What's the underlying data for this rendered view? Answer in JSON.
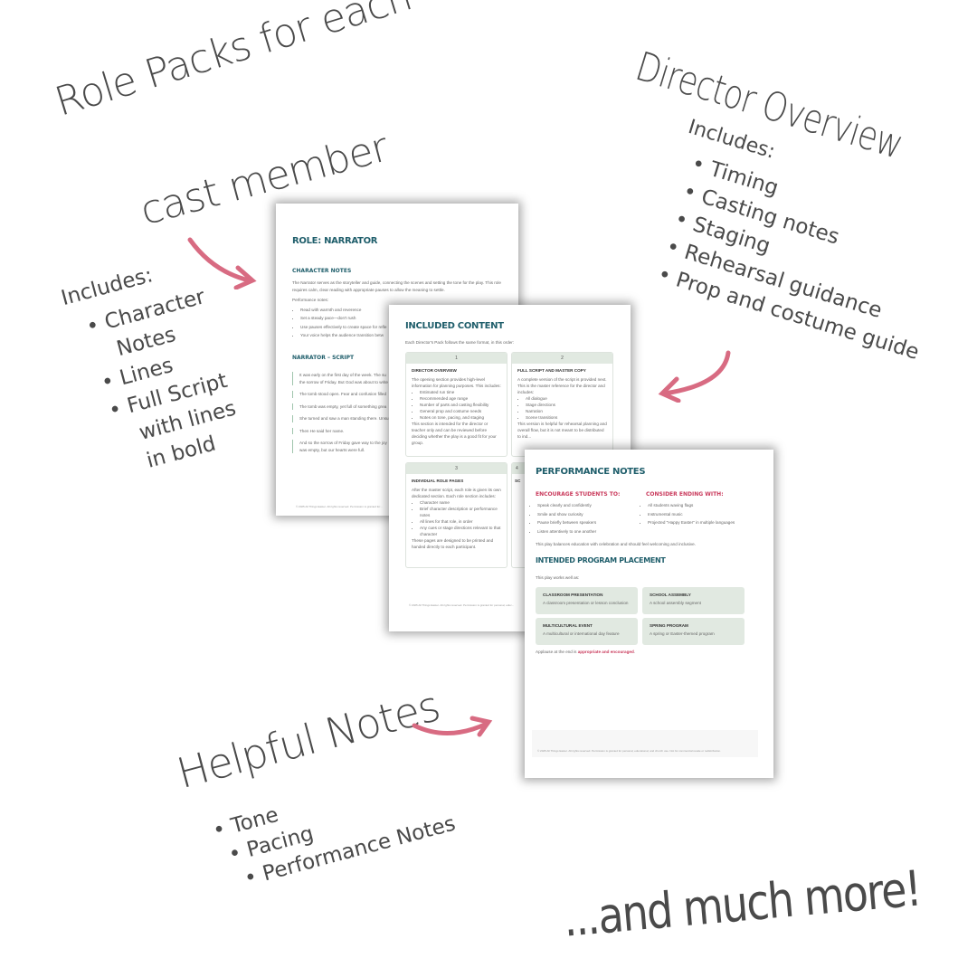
{
  "callouts": {
    "role_packs": {
      "line1": "Role Packs for each",
      "line2": "cast member",
      "includes": "Includes:",
      "items": [
        "Character",
        "Notes",
        "Lines",
        "Full Script",
        "with lines",
        "in bold"
      ]
    },
    "director": {
      "title": "Director Overview",
      "includes": "Includes:",
      "items": [
        "Timing",
        "Casting notes",
        "Staging",
        "Rehearsal guidance",
        "Prop and costume guide"
      ]
    },
    "helpful": {
      "title": "Helpful Notes",
      "items": [
        "Tone",
        "Pacing",
        "Performance Notes"
      ]
    },
    "more": "...and much more!"
  },
  "colors": {
    "teal": "#1f5e6b",
    "pink": "#d86b82",
    "accent_red": "#c9395b",
    "card_bg": "#e1e9e1"
  },
  "page1": {
    "title": "ROLE: NARRATOR",
    "char_heading": "CHARACTER NOTES",
    "char_text": "The Narrator serves as the storyteller and guide, connecting the scenes and setting the tone for the play. This role requires calm, clear reading with appropriate pauses to allow the meaning to settle.",
    "perf_label": "Performance notes:",
    "perf_items": [
      "Read with warmth and reverence",
      "Set a steady pace—don't rush",
      "Use pauses effectively to create space for refle",
      "Your voice helps the audience transition betw"
    ],
    "script_heading": "NARRATOR – SCRIPT",
    "script_lines": [
      "It was early on the first day of the week. The su",
      "the sorrow of Friday. But God was about to write",
      "The tomb stood open. Fear and confusion filled",
      "The tomb was empty, yet full of something grea",
      "She turned and saw a man standing there. Unsu",
      "Then He said her name.",
      "And so the sorrow of Friday gave way to the joy",
      "was empty, but our hearts were full."
    ],
    "footer": "© 2025 All Things Easter. All rights reserved. Permission is granted for..."
  },
  "page2": {
    "title": "INCLUDED CONTENT",
    "intro": "Each Director's Pack follows the same format, in this order:",
    "cards": [
      {
        "num": "1",
        "title": "DIRECTOR OVERVIEW",
        "text": "The opening section provides high-level information for planning purposes. This includes:",
        "items": [
          "Estimated run time",
          "Recommended age range",
          "Number of parts and casting flexibility",
          "General prop and costume needs",
          "Notes on tone, pacing, and staging"
        ],
        "after": "This section is intended for the director or teacher only and can be reviewed before deciding whether the play is a good fit for your group."
      },
      {
        "num": "2",
        "title": "FULL SCRIPT AND MASTER COPY",
        "text": "A complete version of the script is provided next. This is the master reference for the director and includes:",
        "items": [
          "All dialogue",
          "Stage directions",
          "Narration",
          "Scene transitions"
        ],
        "after": "This version is helpful for rehearsal planning and overall flow, but it is not meant to be distributed to ind..."
      },
      {
        "num": "3",
        "title": "INDIVIDUAL ROLE PAGES",
        "text": "After the master script, each role is given its own dedicated section. Each role section includes:",
        "items": [
          "Character name",
          "Brief character description or performance notes",
          "All lines for that role, in order",
          "Any cues or stage directions relevant to that character"
        ],
        "after": "These pages are designed to be printed and handed directly to each participant."
      },
      {
        "num": "4",
        "title": "SC",
        "text": "",
        "items": [],
        "after": ""
      }
    ],
    "footer": "© 2025 All Things Easter. All rights reserved. Permission is granted for personal, educ..."
  },
  "page3": {
    "title": "PERFORMANCE NOTES",
    "enc_heading": "ENCOURAGE STUDENTS TO:",
    "enc_items": [
      "Speak clearly and confidently",
      "Smile and show curiosity",
      "Pause briefly between speakers",
      "Listen attentively to one another"
    ],
    "end_heading": "CONSIDER ENDING WITH:",
    "end_items": [
      "All students waving flags",
      "Instrumental music",
      "Projected \"Happy Easter\" in multiple languages"
    ],
    "balance": "This play balances education with celebration and should feel welcoming and inclusive.",
    "placement_heading": "INTENDED PROGRAM PLACEMENT",
    "placement_intro": "This play works well as:",
    "boxes": [
      {
        "title": "CLASSROOM PRESENTATION",
        "text": "A classroom presentation or lesson conclusion"
      },
      {
        "title": "SCHOOL ASSEMBLY",
        "text": "A school assembly segment"
      },
      {
        "title": "MULTICULTURAL EVENT",
        "text": "A multicultural or international day feature"
      },
      {
        "title": "SPRING PROGRAM",
        "text": "A spring or Easter-themed program"
      }
    ],
    "applause_pre": "Applause at the end is ",
    "applause_hl": "appropriate and encouraged",
    "footer": "© 2025 All Things Easter. All rights reserved. Permission is granted for personal, educational, and church use. Not for commercial resale or redistribution."
  }
}
